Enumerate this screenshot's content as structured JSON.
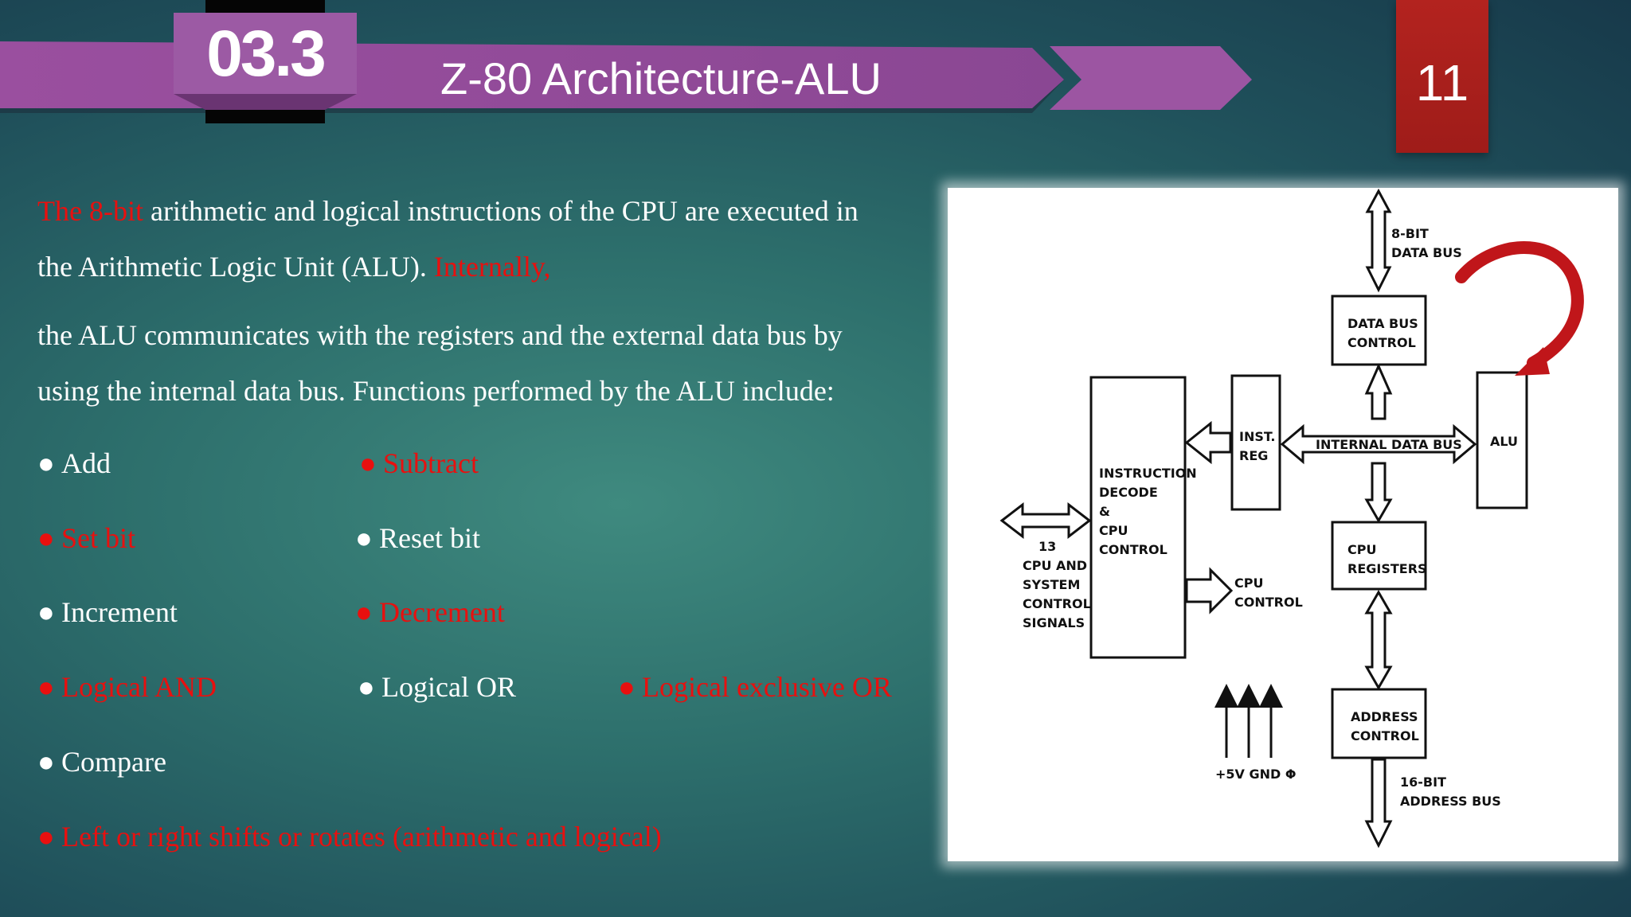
{
  "header": {
    "section_number": "03.3",
    "title": "Z-80 Architecture-ALU",
    "page_number": "11",
    "colors": {
      "band": "#8e4a95",
      "band_light": "#a25aa8",
      "section_box": "#9c5aa4",
      "page_box": "#b3231f"
    }
  },
  "intro": {
    "line1_red": "The 8-bit",
    "line1_rest": " arithmetic and logical instructions of the CPU are executed in",
    "line2_rest": "the Arithmetic Logic Unit (ALU). ",
    "line2_red": "Internally,",
    "para2_line1": " the ALU communicates with the registers and the external data bus by",
    "para2_line2": "using the internal data bus. Functions performed by the ALU include:"
  },
  "functions": [
    {
      "label": "Add",
      "color": "white"
    },
    {
      "label": "Subtract",
      "color": "red"
    },
    {
      "label": "Set bit",
      "color": "red"
    },
    {
      "label": "Reset bit",
      "color": "white"
    },
    {
      "label": "Increment",
      "color": "white"
    },
    {
      "label": "Decrement",
      "color": "red"
    },
    {
      "label": "Logical AND",
      "color": "red"
    },
    {
      "label": "Logical OR",
      "color": "white"
    },
    {
      "label": "Logical exclusive OR",
      "color": "red"
    },
    {
      "label": "Compare",
      "color": "white"
    },
    {
      "label": "Left or right shifts or rotates (arithmetic and logical)",
      "color": "red"
    }
  ],
  "diagram": {
    "data_bus_8bit_line1": "8-BIT",
    "data_bus_8bit_line2": "DATA BUS",
    "data_bus_control_line1": "DATA BUS",
    "data_bus_control_line2": "CONTROL",
    "alu": "ALU",
    "internal_data_bus": "INTERNAL DATA BUS",
    "inst_reg_line1": "INST.",
    "inst_reg_line2": "REG",
    "instruction_decode_line1": "INSTRUCTION",
    "instruction_decode_line2": "DECODE",
    "instruction_decode_line3": "&",
    "instruction_decode_line4": "CPU",
    "instruction_decode_line5": "CONTROL",
    "cpu_registers_line1": "CPU",
    "cpu_registers_line2": "REGISTERS",
    "cpu_control_line1": "CPU",
    "cpu_control_line2": "CONTROL",
    "signals_line1": "13",
    "signals_line2": "CPU AND",
    "signals_line3": "SYSTEM",
    "signals_line4": "CONTROL",
    "signals_line5": "SIGNALS",
    "address_control_line1": "ADDRESS",
    "address_control_line2": "CONTROL",
    "address_bus_line1": "16-BIT",
    "address_bus_line2": "ADDRESS BUS",
    "power": "+5V GND Φ"
  }
}
